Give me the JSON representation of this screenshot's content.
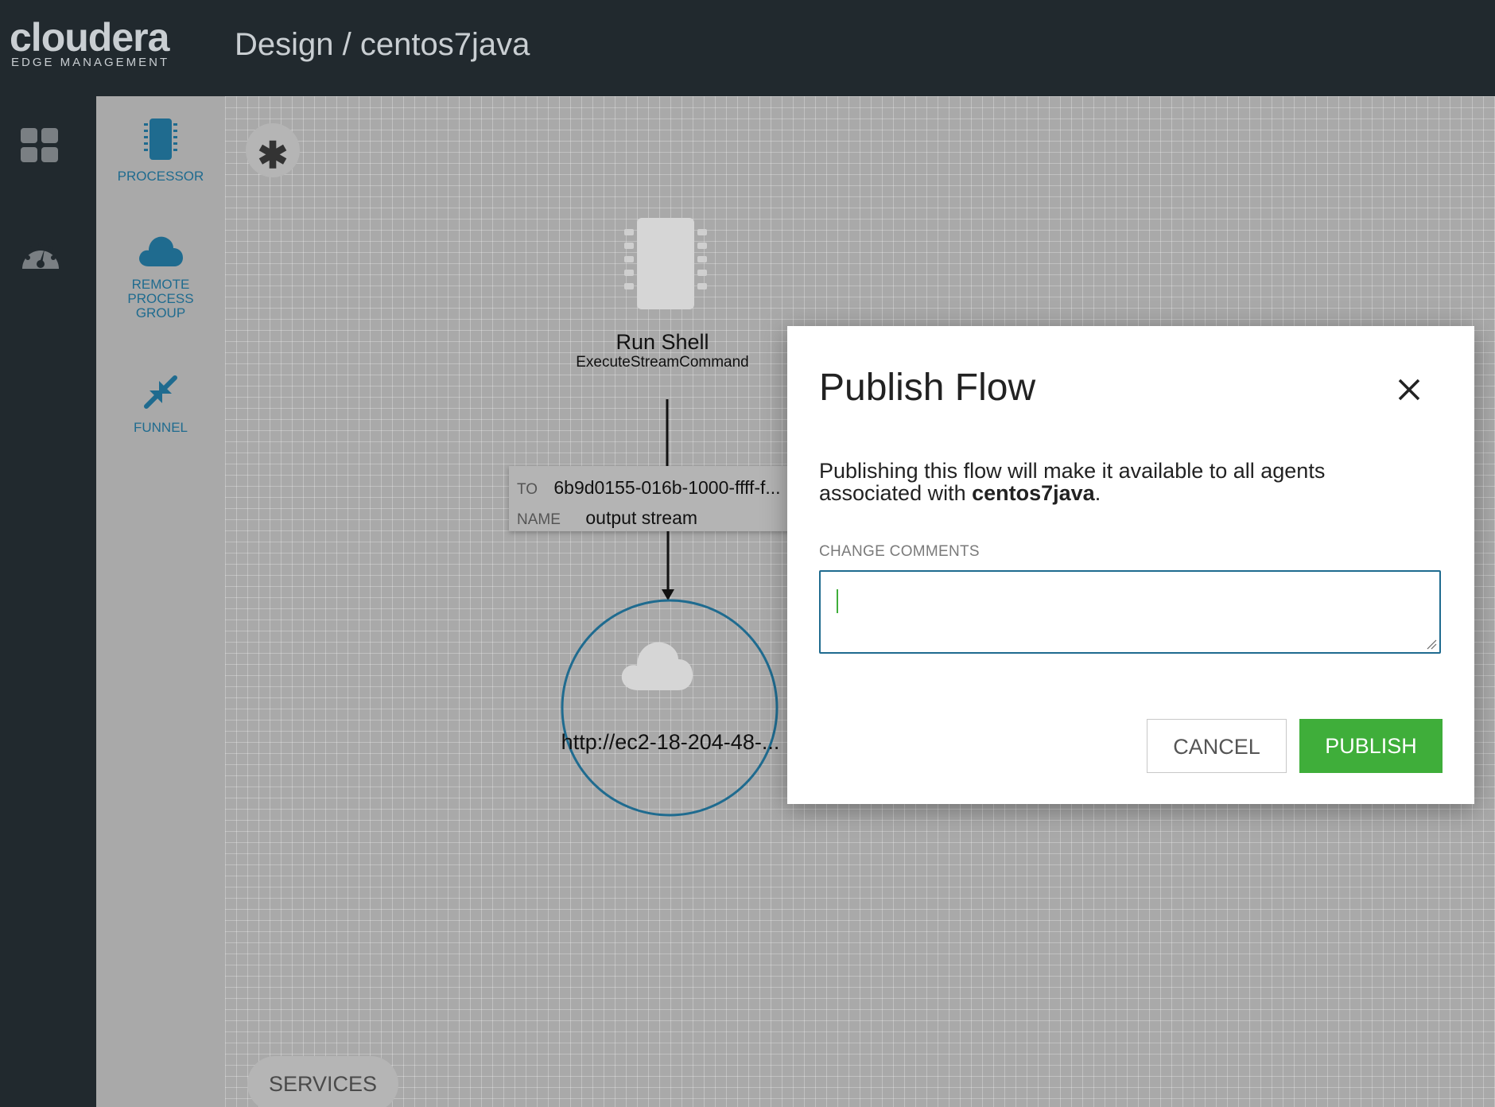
{
  "header": {
    "logo_main": "cloudera",
    "logo_sub": "EDGE MANAGEMENT",
    "title": "Design / centos7java"
  },
  "leftnav": {
    "items": [
      {
        "icon": "dashboard-grid-icon"
      },
      {
        "icon": "speedometer-icon"
      }
    ]
  },
  "palette": {
    "items": [
      {
        "label": "PROCESSOR",
        "icon": "processor-chip-icon"
      },
      {
        "label": "REMOTE PROCESS GROUP",
        "label_lines": [
          "REMOTE",
          "PROCESS",
          "GROUP"
        ],
        "icon": "cloud-icon"
      },
      {
        "label": "FUNNEL",
        "icon": "funnel-arrows-icon"
      }
    ],
    "accent_color": "#1f6b8f"
  },
  "canvas": {
    "asterisk_label": "✱",
    "processor": {
      "name": "Run Shell",
      "type": "ExecuteStreamCommand"
    },
    "connection": {
      "to_key": "TO",
      "to_value": "6b9d0155-016b-1000-ffff-f...",
      "name_key": "NAME",
      "name_value": "output stream"
    },
    "remote_process_group": {
      "url": "http://ec2-18-204-48-..."
    },
    "services_label": "SERVICES"
  },
  "dialog": {
    "title": "Publish Flow",
    "message_prefix": "Publishing this flow will make it available to all agents associated with ",
    "message_bold": "centos7java",
    "message_suffix": ".",
    "comments_label": "CHANGE COMMENTS",
    "comments_value": "",
    "cancel_label": "CANCEL",
    "publish_label": "PUBLISH",
    "publish_color": "#3fae3a"
  }
}
